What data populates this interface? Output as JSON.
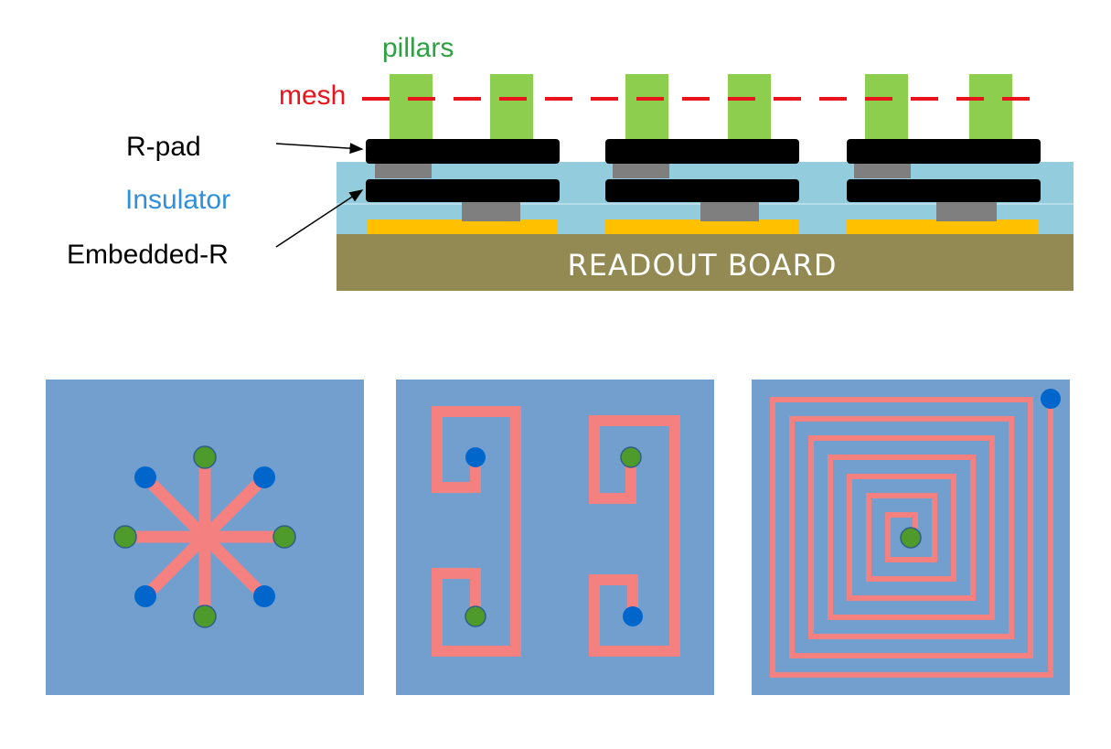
{
  "labels": {
    "pillars": "pillars",
    "mesh": "mesh",
    "rpad": "R-pad",
    "insulator": "Insulator",
    "embedded_r": "Embedded-R",
    "board": "READOUT BOARD"
  },
  "colors": {
    "pillars": "#8dce4f",
    "pillars_text": "#2ea043",
    "mesh": "#e8131b",
    "insulator": "#93cddd",
    "insulator_text": "#2f8fd8",
    "pad": "#000000",
    "resistor": "#7f7f7f",
    "electrode": "#ffc000",
    "board": "#938953",
    "board_text": "#ffffff",
    "panel": "#739fcf",
    "trace": "#f58080",
    "dot_blue": "#0066cc",
    "dot_green": "#4e9a2a"
  },
  "panels": [
    {
      "name": "star-pattern"
    },
    {
      "name": "hook-pattern"
    },
    {
      "name": "spiral-pattern"
    }
  ]
}
